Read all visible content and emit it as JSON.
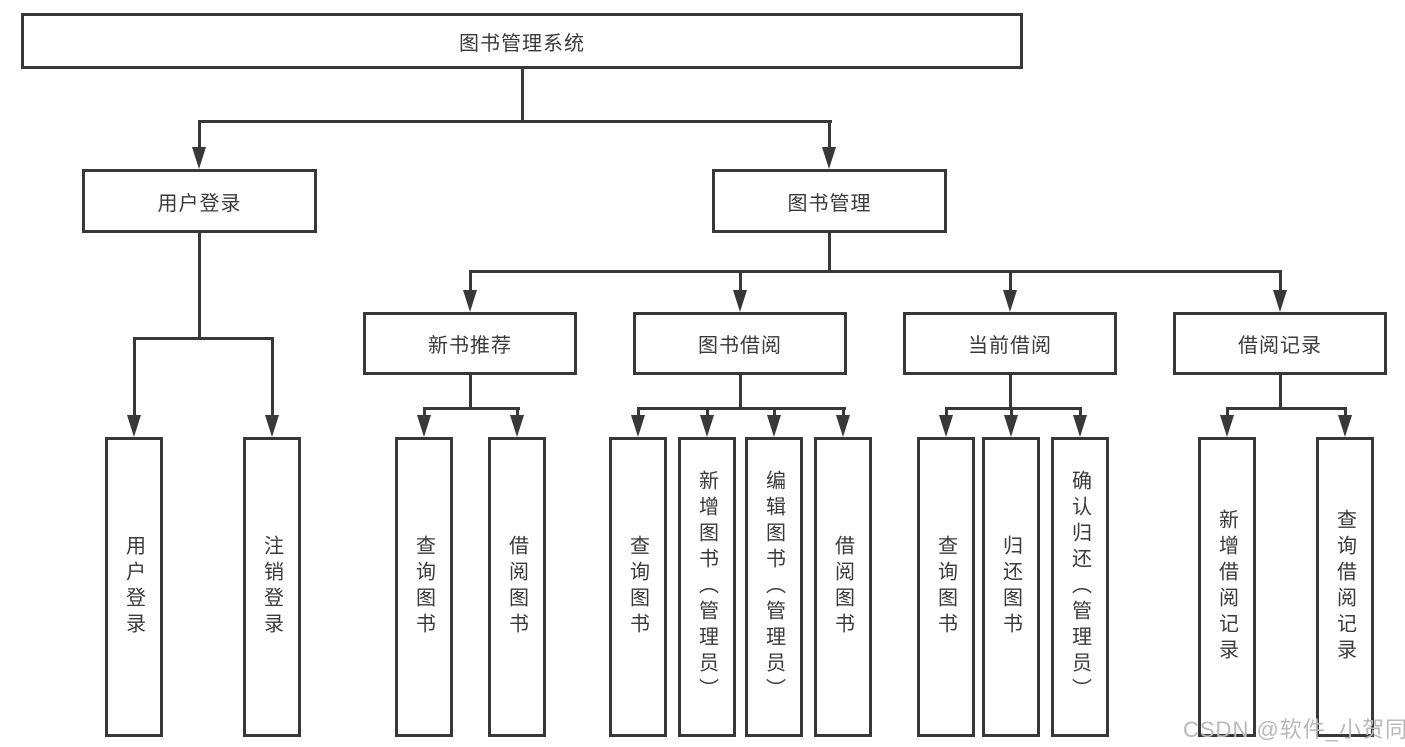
{
  "diagram": {
    "type": "hierarchy-tree",
    "title": "图书管理系统",
    "colors": {
      "line": "#383838",
      "box_border": "#383838",
      "box_background": "#ffffff",
      "text": "#3a3a3a",
      "watermark": "#b9b9b9",
      "background": "#ffffff"
    }
  },
  "tree": {
    "label": "图书管理系统",
    "children": [
      {
        "label": "用户登录",
        "children": [
          {
            "label": "用户登录"
          },
          {
            "label": "注销登录"
          }
        ]
      },
      {
        "label": "图书管理",
        "children": [
          {
            "label": "新书推荐",
            "children": [
              {
                "label": "查询图书"
              },
              {
                "label": "借阅图书"
              }
            ]
          },
          {
            "label": "图书借阅",
            "children": [
              {
                "label": "查询图书"
              },
              {
                "label": "新增图书（管理员）"
              },
              {
                "label": "编辑图书（管理员）"
              },
              {
                "label": "借阅图书"
              }
            ]
          },
          {
            "label": "当前借阅",
            "children": [
              {
                "label": "查询图书"
              },
              {
                "label": "归还图书"
              },
              {
                "label": "确认归还（管理员）"
              }
            ]
          },
          {
            "label": "借阅记录",
            "children": [
              {
                "label": "新增借阅记录"
              },
              {
                "label": "查询借阅记录"
              }
            ]
          }
        ]
      }
    ]
  },
  "watermark": {
    "text": "CSDN @软件_小贺同学"
  }
}
